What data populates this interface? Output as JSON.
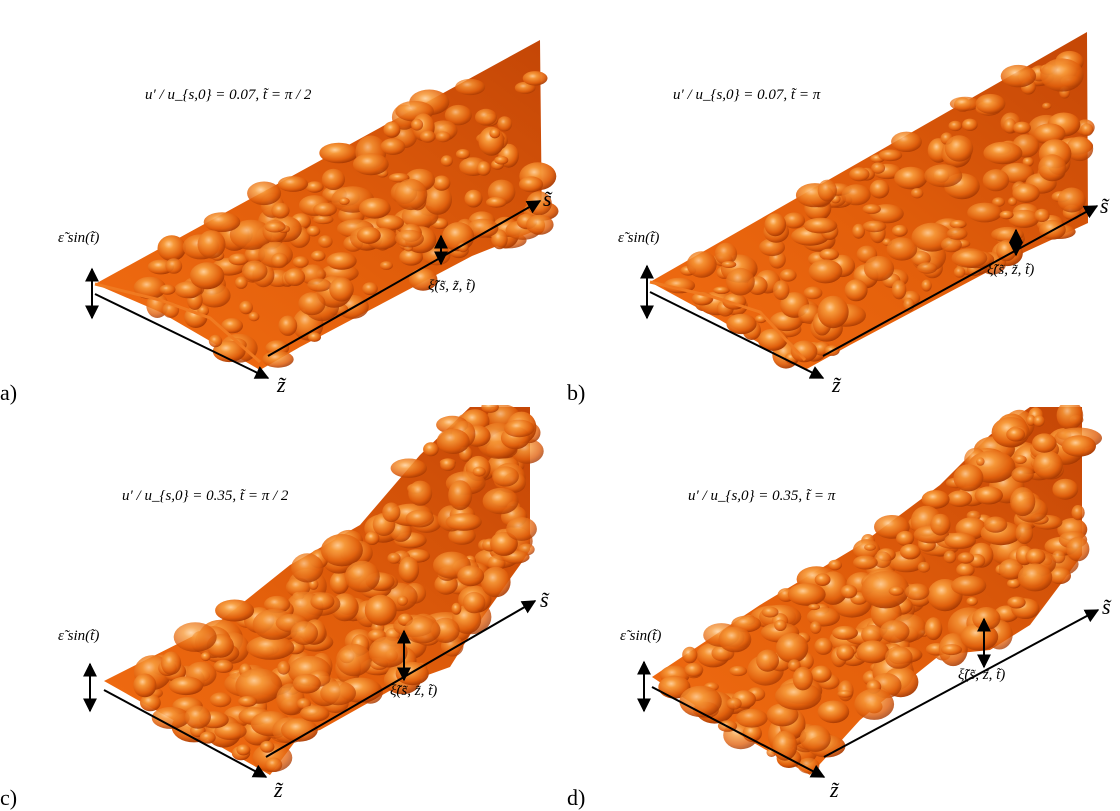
{
  "colors": {
    "surface_dark": "#a93800",
    "surface_mid": "#e0600f",
    "surface_light": "#f7891f",
    "highlight": "#ffd199",
    "axis": "#000000"
  },
  "panels": [
    {
      "letter": "a)",
      "caption": "u′ / u_{s,0} = 0.07,  t̃ = π / 2",
      "amplitude_label": "ε̃ sin(t̃)",
      "s_label": "s̃",
      "z_label": "z̃",
      "xi_label": "ξ̃(s̃, z̃, t̃)"
    },
    {
      "letter": "b)",
      "caption": "u′ / u_{s,0} = 0.07,  t̃ = π",
      "amplitude_label": "ε̃ sin(t̃)",
      "s_label": "s̃",
      "z_label": "z̃",
      "xi_label": "ξ̃(s̃, z̃, t̃)"
    },
    {
      "letter": "c)",
      "caption": "u′ / u_{s,0} = 0.35,  t̃ = π / 2",
      "amplitude_label": "ε̃ sin(t̃)",
      "s_label": "s̃",
      "z_label": "z̃",
      "xi_label": "ξ̃(s̃, z̃, t̃)"
    },
    {
      "letter": "d)",
      "caption": "u′ / u_{s,0} = 0.35,  t̃ = π",
      "amplitude_label": "ε̃ sin(t̃)",
      "s_label": "s̃",
      "z_label": "z̃",
      "xi_label": "ξ̃(s̃, z̃, t̃)"
    }
  ]
}
